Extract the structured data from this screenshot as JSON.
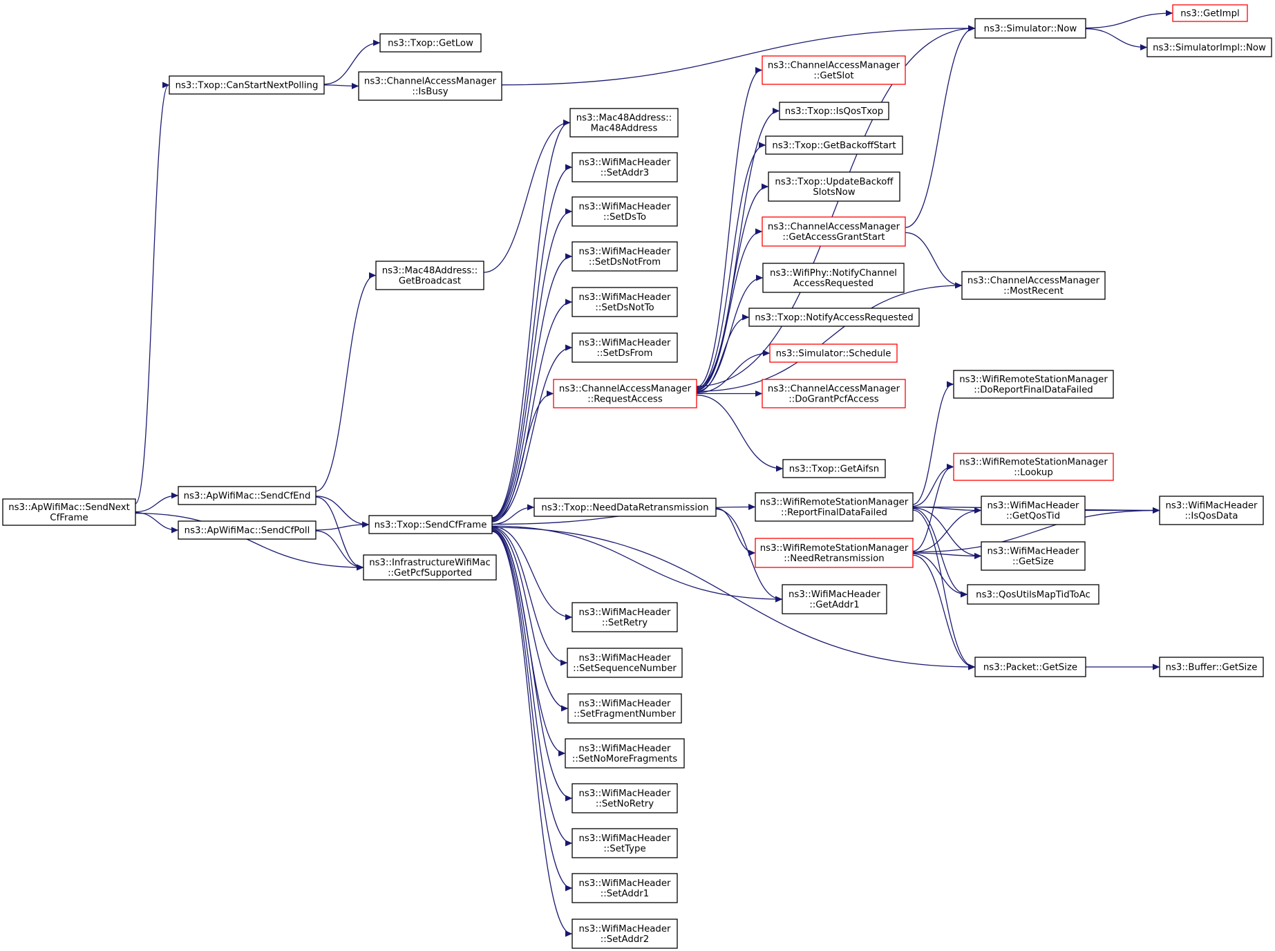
{
  "colors": {
    "edge": "#191970",
    "border": "#000000",
    "truncated_border": "#ff0000",
    "root_fill": "#bfbfbf",
    "node_fill": "#ffffff"
  },
  "nodes": [
    {
      "id": "root",
      "lines": [
        "ns3::ApWifiMac::SendNext",
        "CfFrame"
      ],
      "kind": "root"
    },
    {
      "id": "canStart",
      "lines": [
        "ns3::Txop::CanStartNextPolling"
      ]
    },
    {
      "id": "getLow",
      "lines": [
        "ns3::Txop::GetLow"
      ]
    },
    {
      "id": "isBusy",
      "lines": [
        "ns3::ChannelAccessManager",
        "::IsBusy"
      ]
    },
    {
      "id": "simNow",
      "lines": [
        "ns3::Simulator::Now"
      ]
    },
    {
      "id": "getImpl",
      "lines": [
        "ns3::GetImpl"
      ],
      "kind": "truncated"
    },
    {
      "id": "simImplNow",
      "lines": [
        "ns3::SimulatorImpl::Now"
      ]
    },
    {
      "id": "mac48",
      "lines": [
        "ns3::Mac48Address::",
        "Mac48Address"
      ]
    },
    {
      "id": "getBroadcast",
      "lines": [
        "ns3::Mac48Address::",
        "GetBroadcast"
      ]
    },
    {
      "id": "sendCfEnd",
      "lines": [
        "ns3::ApWifiMac::SendCfEnd"
      ]
    },
    {
      "id": "sendCfPoll",
      "lines": [
        "ns3::ApWifiMac::SendCfPoll"
      ]
    },
    {
      "id": "sendCfFrame",
      "lines": [
        "ns3::Txop::SendCfFrame"
      ]
    },
    {
      "id": "getPcf",
      "lines": [
        "ns3::InfrastructureWifiMac",
        "::GetPcfSupported"
      ]
    },
    {
      "id": "setAddr3",
      "lines": [
        "ns3::WifiMacHeader",
        "::SetAddr3"
      ]
    },
    {
      "id": "setDsTo",
      "lines": [
        "ns3::WifiMacHeader",
        "::SetDsTo"
      ]
    },
    {
      "id": "setDsNotFrom",
      "lines": [
        "ns3::WifiMacHeader",
        "::SetDsNotFrom"
      ]
    },
    {
      "id": "setDsNotTo",
      "lines": [
        "ns3::WifiMacHeader",
        "::SetDsNotTo"
      ]
    },
    {
      "id": "setDsFrom",
      "lines": [
        "ns3::WifiMacHeader",
        "::SetDsFrom"
      ]
    },
    {
      "id": "requestAccess",
      "lines": [
        "ns3::ChannelAccessManager",
        "::RequestAccess"
      ],
      "kind": "truncated"
    },
    {
      "id": "getSlot",
      "lines": [
        "ns3::ChannelAccessManager",
        "::GetSlot"
      ],
      "kind": "truncated"
    },
    {
      "id": "isQosTxop",
      "lines": [
        "ns3::Txop::IsQosTxop"
      ]
    },
    {
      "id": "getBackoffStart",
      "lines": [
        "ns3::Txop::GetBackoffStart"
      ]
    },
    {
      "id": "updateBackoff",
      "lines": [
        "ns3::Txop::UpdateBackoff",
        "SlotsNow"
      ]
    },
    {
      "id": "getAccessGrant",
      "lines": [
        "ns3::ChannelAccessManager",
        "::GetAccessGrantStart"
      ],
      "kind": "truncated"
    },
    {
      "id": "notifyChannel",
      "lines": [
        "ns3::WifiPhy::NotifyChannel",
        "AccessRequested"
      ]
    },
    {
      "id": "notifyAccess",
      "lines": [
        "ns3::Txop::NotifyAccessRequested"
      ]
    },
    {
      "id": "schedule",
      "lines": [
        "ns3::Simulator::Schedule"
      ],
      "kind": "truncated"
    },
    {
      "id": "doGrantPcf",
      "lines": [
        "ns3::ChannelAccessManager",
        "::DoGrantPcfAccess"
      ],
      "kind": "truncated"
    },
    {
      "id": "getAifsn",
      "lines": [
        "ns3::Txop::GetAifsn"
      ]
    },
    {
      "id": "mostRecent",
      "lines": [
        "ns3::ChannelAccessManager",
        "::MostRecent"
      ]
    },
    {
      "id": "needDataRetx",
      "lines": [
        "ns3::Txop::NeedDataRetransmission"
      ]
    },
    {
      "id": "reportFinal",
      "lines": [
        "ns3::WifiRemoteStationManager",
        "::ReportFinalDataFailed"
      ]
    },
    {
      "id": "doReportFinal",
      "lines": [
        "ns3::WifiRemoteStationManager",
        "::DoReportFinalDataFailed"
      ]
    },
    {
      "id": "lookup",
      "lines": [
        "ns3::WifiRemoteStationManager",
        "::Lookup"
      ],
      "kind": "truncated"
    },
    {
      "id": "needRetx",
      "lines": [
        "ns3::WifiRemoteStationManager",
        "::NeedRetransmission"
      ],
      "kind": "truncated"
    },
    {
      "id": "getQosTid",
      "lines": [
        "ns3::WifiMacHeader",
        "::GetQosTid"
      ]
    },
    {
      "id": "isQosData",
      "lines": [
        "ns3::WifiMacHeader",
        "::IsQosData"
      ]
    },
    {
      "id": "hdrGetSize",
      "lines": [
        "ns3::WifiMacHeader",
        "::GetSize"
      ]
    },
    {
      "id": "mapTid",
      "lines": [
        "ns3::QosUtilsMapTidToAc"
      ]
    },
    {
      "id": "getAddr1",
      "lines": [
        "ns3::WifiMacHeader",
        "::GetAddr1"
      ]
    },
    {
      "id": "pktGetSize",
      "lines": [
        "ns3::Packet::GetSize"
      ]
    },
    {
      "id": "bufGetSize",
      "lines": [
        "ns3::Buffer::GetSize"
      ]
    },
    {
      "id": "setRetry",
      "lines": [
        "ns3::WifiMacHeader",
        "::SetRetry"
      ]
    },
    {
      "id": "setSeq",
      "lines": [
        "ns3::WifiMacHeader",
        "::SetSequenceNumber"
      ]
    },
    {
      "id": "setFrag",
      "lines": [
        "ns3::WifiMacHeader",
        "::SetFragmentNumber"
      ]
    },
    {
      "id": "setNoMore",
      "lines": [
        "ns3::WifiMacHeader",
        "::SetNoMoreFragments"
      ]
    },
    {
      "id": "setNoRetry",
      "lines": [
        "ns3::WifiMacHeader",
        "::SetNoRetry"
      ]
    },
    {
      "id": "setType",
      "lines": [
        "ns3::WifiMacHeader",
        "::SetType"
      ]
    },
    {
      "id": "setAddr1",
      "lines": [
        "ns3::WifiMacHeader",
        "::SetAddr1"
      ]
    },
    {
      "id": "setAddr2",
      "lines": [
        "ns3::WifiMacHeader",
        "::SetAddr2"
      ]
    }
  ],
  "edges": [
    [
      "root",
      "canStart"
    ],
    [
      "root",
      "sendCfEnd"
    ],
    [
      "root",
      "sendCfPoll"
    ],
    [
      "root",
      "getPcf"
    ],
    [
      "canStart",
      "getLow"
    ],
    [
      "canStart",
      "isBusy"
    ],
    [
      "isBusy",
      "simNow"
    ],
    [
      "simNow",
      "getImpl"
    ],
    [
      "simNow",
      "simImplNow"
    ],
    [
      "sendCfEnd",
      "getBroadcast"
    ],
    [
      "sendCfEnd",
      "sendCfFrame"
    ],
    [
      "sendCfEnd",
      "getPcf"
    ],
    [
      "getBroadcast",
      "mac48"
    ],
    [
      "sendCfPoll",
      "sendCfFrame"
    ],
    [
      "sendCfPoll",
      "getPcf"
    ],
    [
      "sendCfFrame",
      "setAddr3"
    ],
    [
      "sendCfFrame",
      "setDsTo"
    ],
    [
      "sendCfFrame",
      "setDsNotFrom"
    ],
    [
      "sendCfFrame",
      "setDsNotTo"
    ],
    [
      "sendCfFrame",
      "setDsFrom"
    ],
    [
      "sendCfFrame",
      "requestAccess"
    ],
    [
      "sendCfFrame",
      "mac48"
    ],
    [
      "sendCfFrame",
      "needDataRetx"
    ],
    [
      "sendCfFrame",
      "reportFinal"
    ],
    [
      "sendCfFrame",
      "getAddr1"
    ],
    [
      "sendCfFrame",
      "pktGetSize"
    ],
    [
      "sendCfFrame",
      "setRetry"
    ],
    [
      "sendCfFrame",
      "setSeq"
    ],
    [
      "sendCfFrame",
      "setFrag"
    ],
    [
      "sendCfFrame",
      "setNoMore"
    ],
    [
      "sendCfFrame",
      "setNoRetry"
    ],
    [
      "sendCfFrame",
      "setType"
    ],
    [
      "sendCfFrame",
      "setAddr1"
    ],
    [
      "sendCfFrame",
      "setAddr2"
    ],
    [
      "requestAccess",
      "simNow"
    ],
    [
      "requestAccess",
      "getSlot"
    ],
    [
      "requestAccess",
      "isQosTxop"
    ],
    [
      "requestAccess",
      "getBackoffStart"
    ],
    [
      "requestAccess",
      "updateBackoff"
    ],
    [
      "requestAccess",
      "getAccessGrant"
    ],
    [
      "requestAccess",
      "notifyChannel"
    ],
    [
      "requestAccess",
      "notifyAccess"
    ],
    [
      "requestAccess",
      "schedule"
    ],
    [
      "requestAccess",
      "doGrantPcf"
    ],
    [
      "requestAccess",
      "getAifsn"
    ],
    [
      "requestAccess",
      "mostRecent"
    ],
    [
      "getAccessGrant",
      "simNow"
    ],
    [
      "getAccessGrant",
      "mostRecent"
    ],
    [
      "needDataRetx",
      "needRetx"
    ],
    [
      "needDataRetx",
      "getAddr1"
    ],
    [
      "reportFinal",
      "doReportFinal"
    ],
    [
      "reportFinal",
      "lookup"
    ],
    [
      "reportFinal",
      "getQosTid"
    ],
    [
      "reportFinal",
      "isQosData"
    ],
    [
      "reportFinal",
      "hdrGetSize"
    ],
    [
      "reportFinal",
      "mapTid"
    ],
    [
      "reportFinal",
      "pktGetSize"
    ],
    [
      "needRetx",
      "lookup"
    ],
    [
      "needRetx",
      "getQosTid"
    ],
    [
      "needRetx",
      "hdrGetSize"
    ],
    [
      "needRetx",
      "mapTid"
    ],
    [
      "needRetx",
      "isQosData"
    ],
    [
      "needRetx",
      "pktGetSize"
    ],
    [
      "getQosTid",
      "isQosData"
    ],
    [
      "pktGetSize",
      "bufGetSize"
    ]
  ]
}
